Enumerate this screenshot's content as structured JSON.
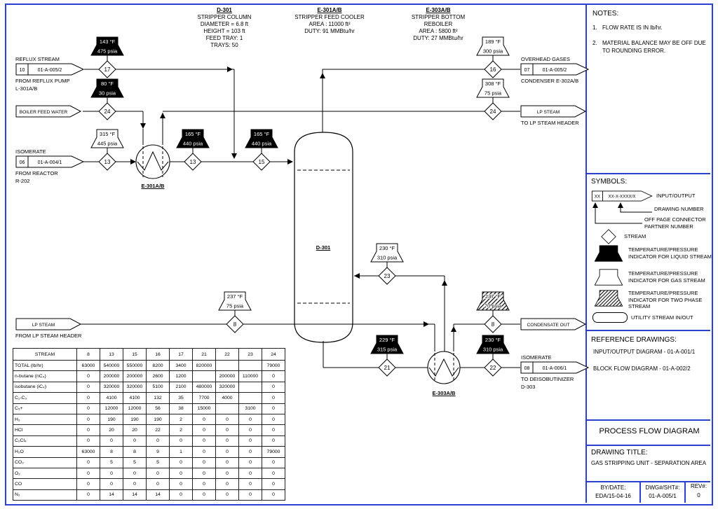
{
  "colors": {
    "frame": "#2b3fd0",
    "ink": "#000000"
  },
  "equipment_notes": [
    {
      "title": "D-301",
      "lines": [
        "STRIPPER COLUMN",
        "DIAMETER = 6.8 ft",
        "HEIGHT = 103 ft",
        "FEED TRAY: 1",
        "TRAYS: 50"
      ]
    },
    {
      "title": "E-301A/B",
      "lines": [
        "STRIPPER FEED COOLER",
        "AREA : 11000 ft²",
        "DUTY: 91 MMBtu/hr"
      ]
    },
    {
      "title": "E-303A/B",
      "lines": [
        "STRIPPER BOTTOM",
        "REBOILER",
        "AREA : 5800 ft²",
        "DUTY: 27 MMBtu/hr"
      ]
    }
  ],
  "equipment_labels": {
    "column": "D-301",
    "cooler": "E-301A/B",
    "reboiler": "E-303A/B"
  },
  "io": {
    "reflux": {
      "title": "REFLUX STREAM",
      "num": "10",
      "dwg": "01-A-005/2",
      "sub1": "FROM REFLUX PUMP",
      "sub2": "L-301A/B"
    },
    "bfw": {
      "text": "BOILER FEED WATER"
    },
    "isomerate_in": {
      "title": "ISOMERATE",
      "num": "06",
      "dwg": "01-A-004/1",
      "sub1": "FROM REACTOR",
      "sub2": "R-202"
    },
    "lp_steam_in": {
      "text": "LP STEAM",
      "sub1": "FROM LP STEAM HEADER"
    },
    "overhead": {
      "title": "OVERHEAD GASES",
      "num": "07",
      "dwg": "01-A-005/2",
      "sub1": "CONDENSER E-302A/B"
    },
    "lp_steam_out": {
      "text": "LP STEAM",
      "sub1": "TO LP STEAM HEADER"
    },
    "condensate": {
      "text": "CONDENSATE OUT"
    },
    "isomerate_out": {
      "title": "ISOMERATE",
      "num": "08",
      "dwg": "01-A-006/1",
      "sub1": "TO DEISOBUTINIZER",
      "sub2": "D-303"
    }
  },
  "streams": [
    {
      "id": "17",
      "temp": "143 °F",
      "pres": "475 psia",
      "phase": "liquid"
    },
    {
      "id": "24",
      "temp": "80 °F",
      "pres": "30 psia",
      "phase": "liquid"
    },
    {
      "id": "13",
      "temp": "315 °F",
      "pres": "445 psia",
      "phase": "gas"
    },
    {
      "id": "13",
      "temp": "165 °F",
      "pres": "440 psia",
      "phase": "liquid"
    },
    {
      "id": "15",
      "temp": "165 °F",
      "pres": "440 psia",
      "phase": "liquid"
    },
    {
      "id": "16",
      "temp": "189 °F",
      "pres": "300 psia",
      "phase": "gas"
    },
    {
      "id": "24",
      "temp": "308 °F",
      "pres": "75 psia",
      "phase": "gas"
    },
    {
      "id": "23",
      "temp": "230 °F",
      "pres": "310 psia",
      "phase": "gas"
    },
    {
      "id": "8",
      "temp": "237 °F",
      "pres": "75 psia",
      "phase": "gas"
    },
    {
      "id": "8",
      "temp": "237 °F",
      "pres": "70 psia",
      "phase": "two_phase"
    },
    {
      "id": "21",
      "temp": "229 °F",
      "pres": "315 psia",
      "phase": "liquid"
    },
    {
      "id": "22",
      "temp": "230 °F",
      "pres": "310 psia",
      "phase": "liquid"
    }
  ],
  "notes": {
    "title": "NOTES:",
    "items": [
      {
        "n": "1.",
        "text": "FLOW RATE IS IN lb/hr."
      },
      {
        "n": "2.",
        "text": "MATERIAL BALANCE MAY BE OFF DUE TO ROUNDING ERROR."
      }
    ]
  },
  "symbols": {
    "title": "SYMBOLS:",
    "io_num": "XX",
    "io_dwg": "XX-X-XXXX/X",
    "io_label": "INPUT/OUTPUT",
    "drawing_number": "DRAWING NUMBER",
    "offpage": "OFF PAGE CONNECTOR PARTNER NUMBER",
    "stream": "STREAM",
    "liquid": "TEMPERATURE/PRESSURE INDICATOR FOR LIQUID STREAM",
    "gas": "TEMPERATURE/PRESSURE INDICATOR FOR GAS STREAM",
    "two_phase": "TEMPERATURE/PRESSURE INDICATOR FOR TWO PHASE STREAM",
    "utility": "UTILITY STREAM IN/OUT"
  },
  "reference": {
    "title": "REFERENCE DRAWINGS:",
    "items": [
      "INPUT/OUTPUT DIAGRAM - 01-A-001/1",
      "BLOCK FLOW DIAGRAM - 01-A-002/2"
    ]
  },
  "titleblock": {
    "doc_type": "PROCESS FLOW DIAGRAM",
    "title_label": "DRAWING TITLE:",
    "title": "GAS STRIPPING UNIT - SEPARATION AREA",
    "by_label": "BY/DATE:",
    "by": "EDA/15-04-16",
    "dwg_label": "DWG#/SHT#:",
    "dwg": "01-A-005/1",
    "rev_label": "REV#:",
    "rev": "0"
  },
  "table": {
    "header": [
      "STREAM",
      "8",
      "13",
      "15",
      "16",
      "17",
      "21",
      "22",
      "23",
      "24"
    ],
    "rows": [
      [
        "TOTAL (lb/hr)",
        "63000",
        "540000",
        "550000",
        "8200",
        "3400",
        "820000",
        "",
        "",
        "79000"
      ],
      [
        "n-butane (nC₄)",
        "0",
        "200000",
        "200000",
        "2600",
        "1200",
        "",
        "200000",
        "110000",
        "0"
      ],
      [
        "isobutane (iC₄)",
        "0",
        "320000",
        "320000",
        "5100",
        "2100",
        "480000",
        "320000",
        "",
        "0"
      ],
      [
        "C₁-C₃",
        "0",
        "4100",
        "4100",
        "132",
        "35",
        "7700",
        "4000",
        "",
        "0"
      ],
      [
        "C₅+",
        "0",
        "12000",
        "12000",
        "56",
        "38",
        "15000",
        "",
        "3100",
        "0"
      ],
      [
        "H₂",
        "0",
        "190",
        "190",
        "190",
        "2",
        "0",
        "0",
        "0",
        "0"
      ],
      [
        "HCl",
        "0",
        "20",
        "20",
        "22",
        "2",
        "0",
        "0",
        "0",
        "0"
      ],
      [
        "C₂Cl₄",
        "0",
        "0",
        "0",
        "0",
        "0",
        "0",
        "0",
        "0",
        "0"
      ],
      [
        "H₂O",
        "63000",
        "8",
        "8",
        "9",
        "1",
        "0",
        "0",
        "0",
        "79000"
      ],
      [
        "CO₂",
        "0",
        "5",
        "5",
        "5",
        "0",
        "0",
        "0",
        "0",
        "0"
      ],
      [
        "O₂",
        "0",
        "0",
        "0",
        "0",
        "0",
        "0",
        "0",
        "0",
        "0"
      ],
      [
        "CO",
        "0",
        "0",
        "0",
        "0",
        "0",
        "0",
        "0",
        "0",
        "0"
      ],
      [
        "N₂",
        "0",
        "14",
        "14",
        "14",
        "0",
        "0",
        "0",
        "0",
        "0"
      ]
    ]
  }
}
